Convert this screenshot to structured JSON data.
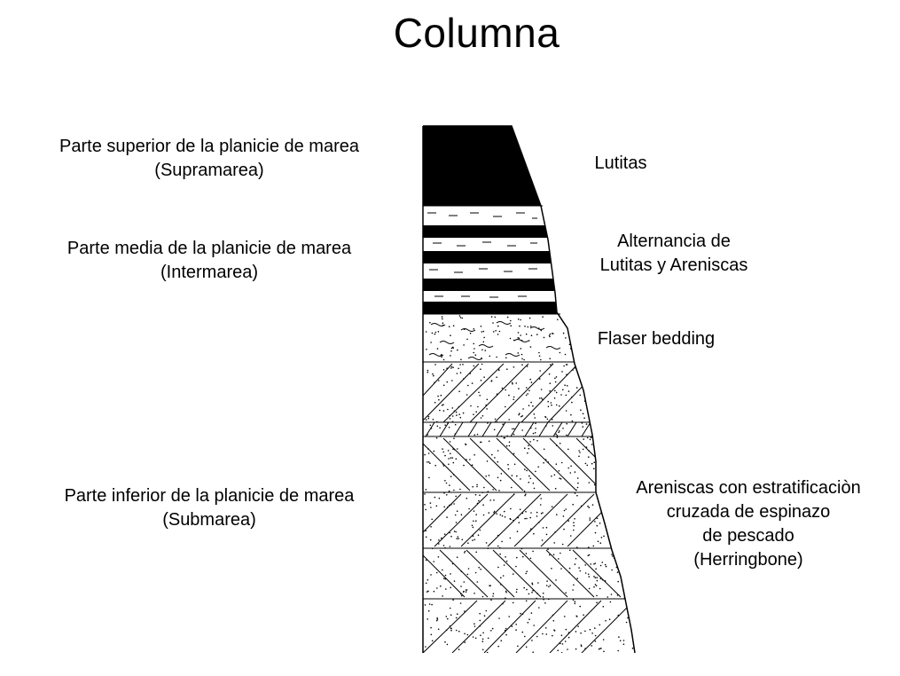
{
  "title": "Columna",
  "zones": [
    {
      "name": "Parte superior de la planicie de marea",
      "sub": "(Supramarea)"
    },
    {
      "name": "Parte media de la planicie de marea",
      "sub": "(Intermarea)"
    },
    {
      "name": "Parte inferior de la planicie de marea",
      "sub": "(Submarea)"
    }
  ],
  "lithologies": [
    {
      "lines": [
        "Lutitas"
      ]
    },
    {
      "lines": [
        "Alternancia de",
        "Lutitas y Areniscas"
      ]
    },
    {
      "lines": [
        "Flaser bedding"
      ]
    },
    {
      "lines": [
        "Areniscas con estratificaciòn",
        "cruzada de espinazo",
        "de pescado",
        "(Herringbone)"
      ]
    }
  ],
  "colors": {
    "ink": "#000000",
    "background": "#ffffff"
  }
}
